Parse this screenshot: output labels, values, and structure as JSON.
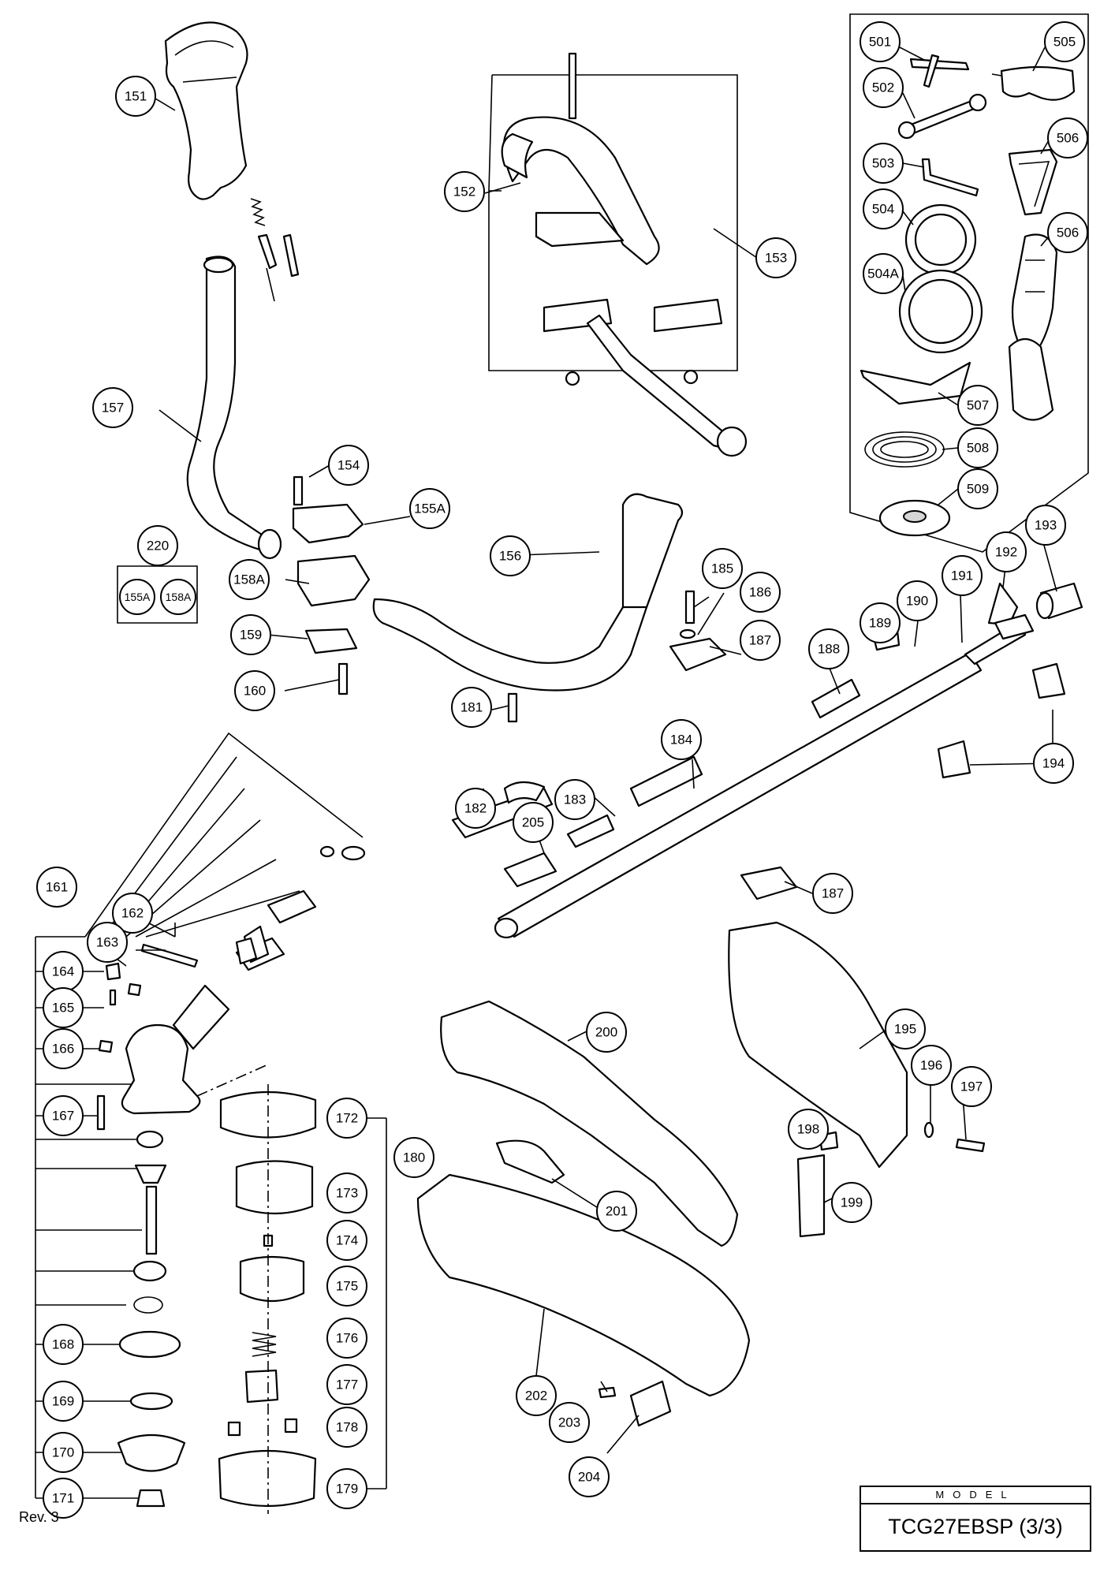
{
  "footer": {
    "revision": "Rev. 3"
  },
  "model_block": {
    "label": "MODEL",
    "value": "TCG27EBSP (3/3)"
  },
  "callouts": {
    "c151": "151",
    "c152": "152",
    "c153": "153",
    "c154": "154",
    "c155A": "155A",
    "c156": "156",
    "c157": "157",
    "c158A": "158A",
    "c159": "159",
    "c160": "160",
    "c161": "161",
    "c162": "162",
    "c163": "163",
    "c164": "164",
    "c165": "165",
    "c166": "166",
    "c167": "167",
    "c168": "168",
    "c169": "169",
    "c170": "170",
    "c171": "171",
    "c172": "172",
    "c173": "173",
    "c174": "174",
    "c175": "175",
    "c176": "176",
    "c177": "177",
    "c178": "178",
    "c179": "179",
    "c180": "180",
    "c181": "181",
    "c182": "182",
    "c183": "183",
    "c184": "184",
    "c185": "185",
    "c186": "186",
    "c187a": "187",
    "c187b": "187",
    "c188": "188",
    "c189": "189",
    "c190": "190",
    "c191": "191",
    "c192": "192",
    "c193": "193",
    "c194": "194",
    "c195": "195",
    "c196": "196",
    "c197": "197",
    "c198": "198",
    "c199": "199",
    "c200": "200",
    "c201": "201",
    "c202": "202",
    "c203": "203",
    "c204": "204",
    "c205": "205",
    "c220": "220",
    "c220_155A": "155A",
    "c220_158A": "158A",
    "c501": "501",
    "c502": "502",
    "c503": "503",
    "c504": "504",
    "c504A": "504A",
    "c505": "505",
    "c506a": "506",
    "c506b": "506",
    "c507": "507",
    "c508": "508",
    "c509": "509"
  }
}
